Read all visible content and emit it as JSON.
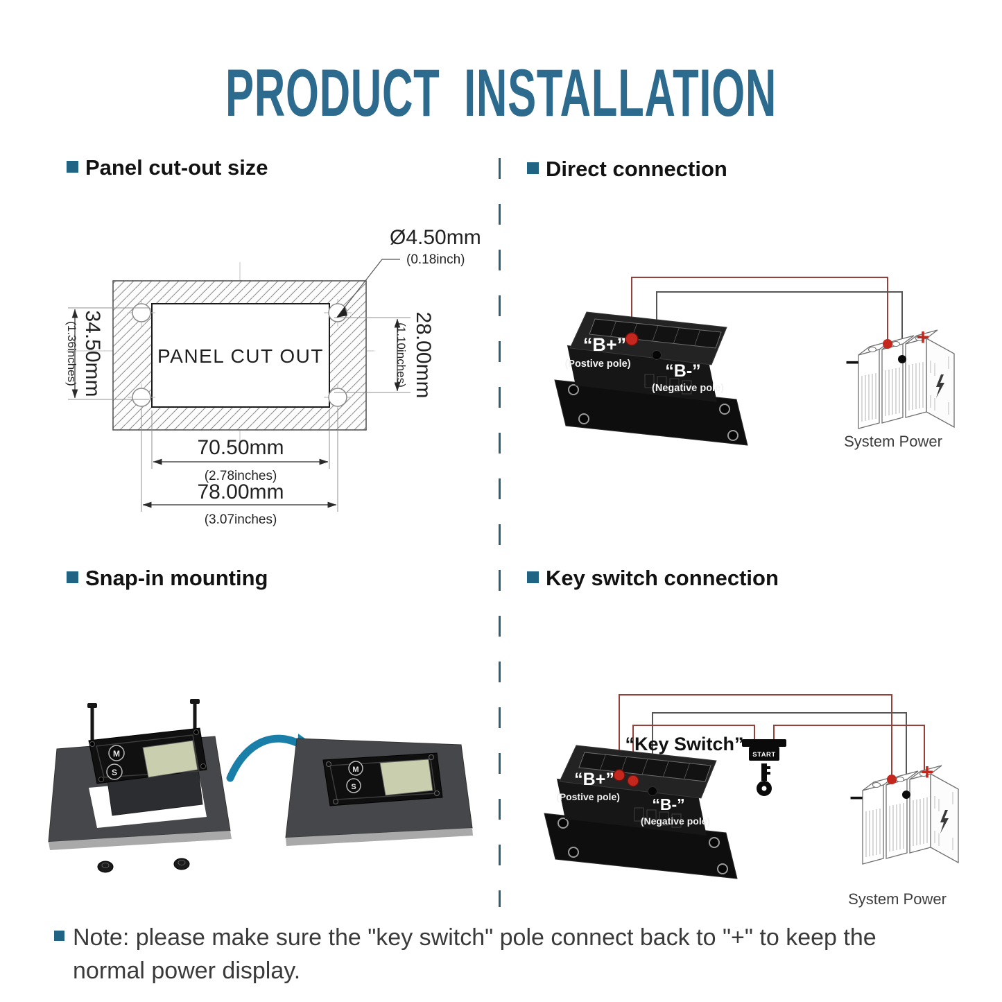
{
  "title": "PRODUCT INSTALLATION",
  "sections": {
    "panel_cutout": {
      "heading": "Panel cut-out size",
      "drawing": {
        "label": "PANEL CUT OUT",
        "hole_diameter_mm": "Ø4.50mm",
        "hole_diameter_in": "(0.18inch)",
        "height_mm": "34.50mm",
        "height_in": "(1.36inches)",
        "cutout_height_mm": "28.00mm",
        "cutout_height_in": "(1.10inches)",
        "cutout_width_mm": "70.50mm",
        "cutout_width_in": "(2.78inches)",
        "width_mm": "78.00mm",
        "width_in": "(3.07inches)"
      }
    },
    "direct_connection": {
      "heading": "Direct connection",
      "b_plus": "“B+”",
      "b_plus_sub": "(Postive pole)",
      "b_minus": "“B-”",
      "b_minus_sub": "(Negative pole)",
      "battery_plus": "+",
      "battery_minus": "−",
      "battery_label": "System Power"
    },
    "snap_in": {
      "heading": "Snap-in mounting",
      "button_m": "M",
      "button_s": "S",
      "button_m2": "M",
      "button_s2": "S"
    },
    "key_switch": {
      "heading": "Key switch connection",
      "switch_label": "“Key Switch”",
      "switch_text": "START",
      "b_plus": "“B+”",
      "b_plus_sub": "(Postive pole)",
      "b_minus": "“B-”",
      "b_minus_sub": "(Negative pole)",
      "battery_plus": "+",
      "battery_minus": "−",
      "battery_label": "System Power"
    }
  },
  "note": {
    "line1": "Note: please make sure the \"key switch\" pole connect back to \"+\" to keep the",
    "line2": "normal power display."
  },
  "colors": {
    "accent": "#1f6583",
    "title": "#2d6b8e",
    "wire_positive": "#97403a",
    "wire_negative": "#565656",
    "terminal_red": "#c3271e",
    "arrow": "#1a7fa8",
    "lcd": "#c9cfae"
  }
}
